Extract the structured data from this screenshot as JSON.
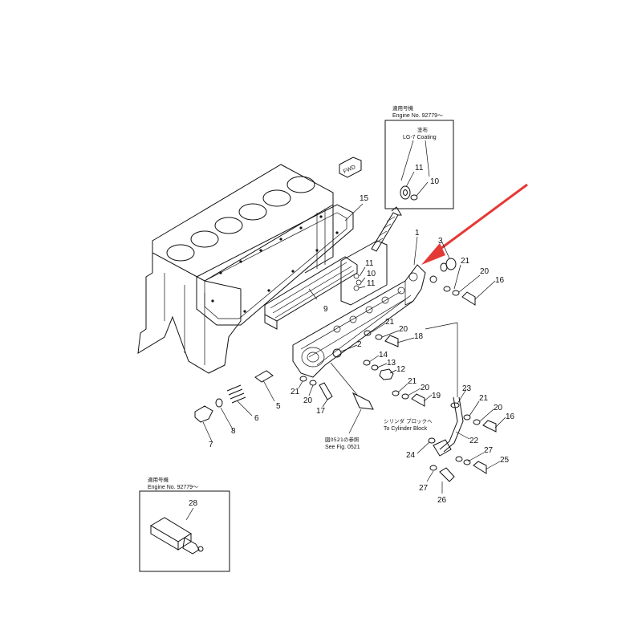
{
  "inset_top": {
    "applies_jp": "適用号機",
    "engine_label": "Engine No. 92779～",
    "coating_jp": "塗布",
    "coating_label": "LG-7 Coating",
    "numbers": [
      "11",
      "10"
    ]
  },
  "inset_bottom": {
    "applies_jp": "適用号機",
    "engine_label": "Engine No. 92779～",
    "number": "28"
  },
  "fwd_label": "FWD",
  "sub_inset_numbers": [
    "11",
    "10",
    "11"
  ],
  "to_cylinder": {
    "jp": "シリンダ ブロックへ",
    "label": "To Cylinder Block"
  },
  "see_fig": {
    "jp": "図0521の参照",
    "label": "See Fig. 0521"
  },
  "callouts": [
    "15",
    "1",
    "3",
    "21",
    "20",
    "16",
    "9",
    "21",
    "20",
    "18",
    "2",
    "14",
    "13",
    "12",
    "21",
    "20",
    "19",
    "23",
    "21",
    "20",
    "16",
    "22",
    "24",
    "27",
    "25",
    "27",
    "26",
    "5",
    "21",
    "20",
    "17",
    "6",
    "8",
    "7"
  ],
  "colors": {
    "arrow": "#e53935",
    "line": "#111111"
  }
}
